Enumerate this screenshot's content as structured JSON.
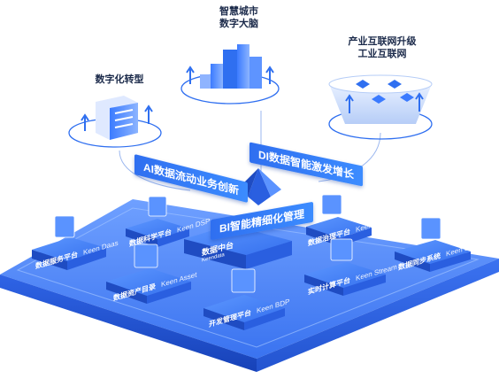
{
  "top_labels": {
    "smart_city_line1": "智慧城市",
    "smart_city_line2": "数字大脑",
    "digital_transformation": "数字化转型",
    "industrial_line1": "产业互联网升级",
    "industrial_line2": "工业互联网"
  },
  "banners": {
    "ai_flow": "AI数据流动业务创新",
    "di_growth": "DI数据智能激发增长",
    "bi_mgmt": "BI智能精细化管理"
  },
  "platforms": {
    "data_service": {
      "name": "数据服务平台",
      "product": "Keen Daas"
    },
    "data_science": {
      "name": "数据科学平台",
      "product": "Keen DSP"
    },
    "data_middle": {
      "name": "数据中台",
      "product": "Keendata"
    },
    "data_governance": {
      "name": "数据治理平台",
      "product": "Keen Govern"
    },
    "data_asset": {
      "name": "数据资产目录",
      "product": "Keen Asset"
    },
    "realtime": {
      "name": "实时计算平台",
      "product": "Keen Stream"
    },
    "data_sync": {
      "name": "数据同步系统",
      "product": "Keen Dsync"
    },
    "dev_mgmt": {
      "name": "开发管理平台",
      "product": "Keen BDP"
    }
  },
  "colors": {
    "accent": "#2f6ff0",
    "platform_top": "#4a86ff",
    "platform_side": "#1d4fd0",
    "line": "#8fb0f0"
  }
}
